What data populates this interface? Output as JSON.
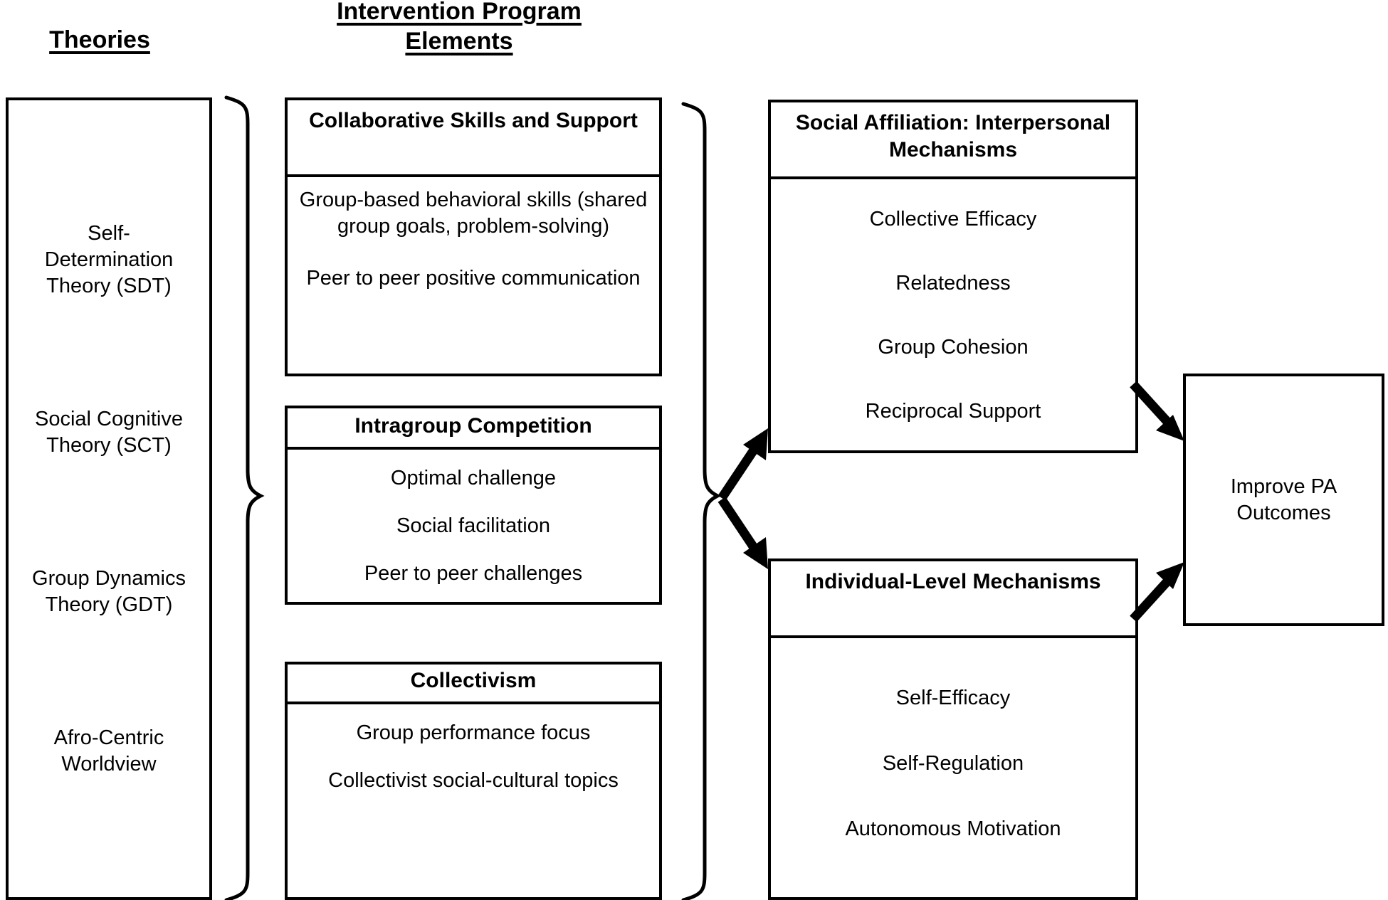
{
  "headings": {
    "theories": "Theories",
    "intervention": "Intervention Program \nElements"
  },
  "theories_box": {
    "items": [
      "Self-\nDetermination\nTheory (SDT)",
      "Social Cognitive\nTheory (SCT)",
      "Group Dynamics\nTheory (GDT)",
      "Afro-Centric\nWorldview"
    ]
  },
  "program_elements": [
    {
      "title": "Collaborative Skills and Support",
      "items": [
        "Group-based behavioral skills (shared group goals, problem-solving)",
        "Peer to peer positive communication"
      ]
    },
    {
      "title": "Intragroup Competition",
      "items": [
        "Optimal challenge",
        "Social facilitation",
        "Peer to peer challenges"
      ]
    },
    {
      "title": "Collectivism",
      "items": [
        "Group performance focus",
        "Collectivist social-cultural topics"
      ]
    }
  ],
  "mechanisms": [
    {
      "title": "Social Affiliation: Interpersonal Mechanisms",
      "items": [
        "Collective Efficacy",
        "Relatedness",
        "Group Cohesion",
        "Reciprocal Support"
      ]
    },
    {
      "title": "Individual-Level Mechanisms",
      "items": [
        "Self-Efficacy",
        "Self-Regulation",
        "Autonomous Motivation"
      ]
    }
  ],
  "outcome": {
    "label": "Improve PA Outcomes"
  },
  "colors": {
    "stroke": "#000000",
    "background": "#ffffff"
  }
}
